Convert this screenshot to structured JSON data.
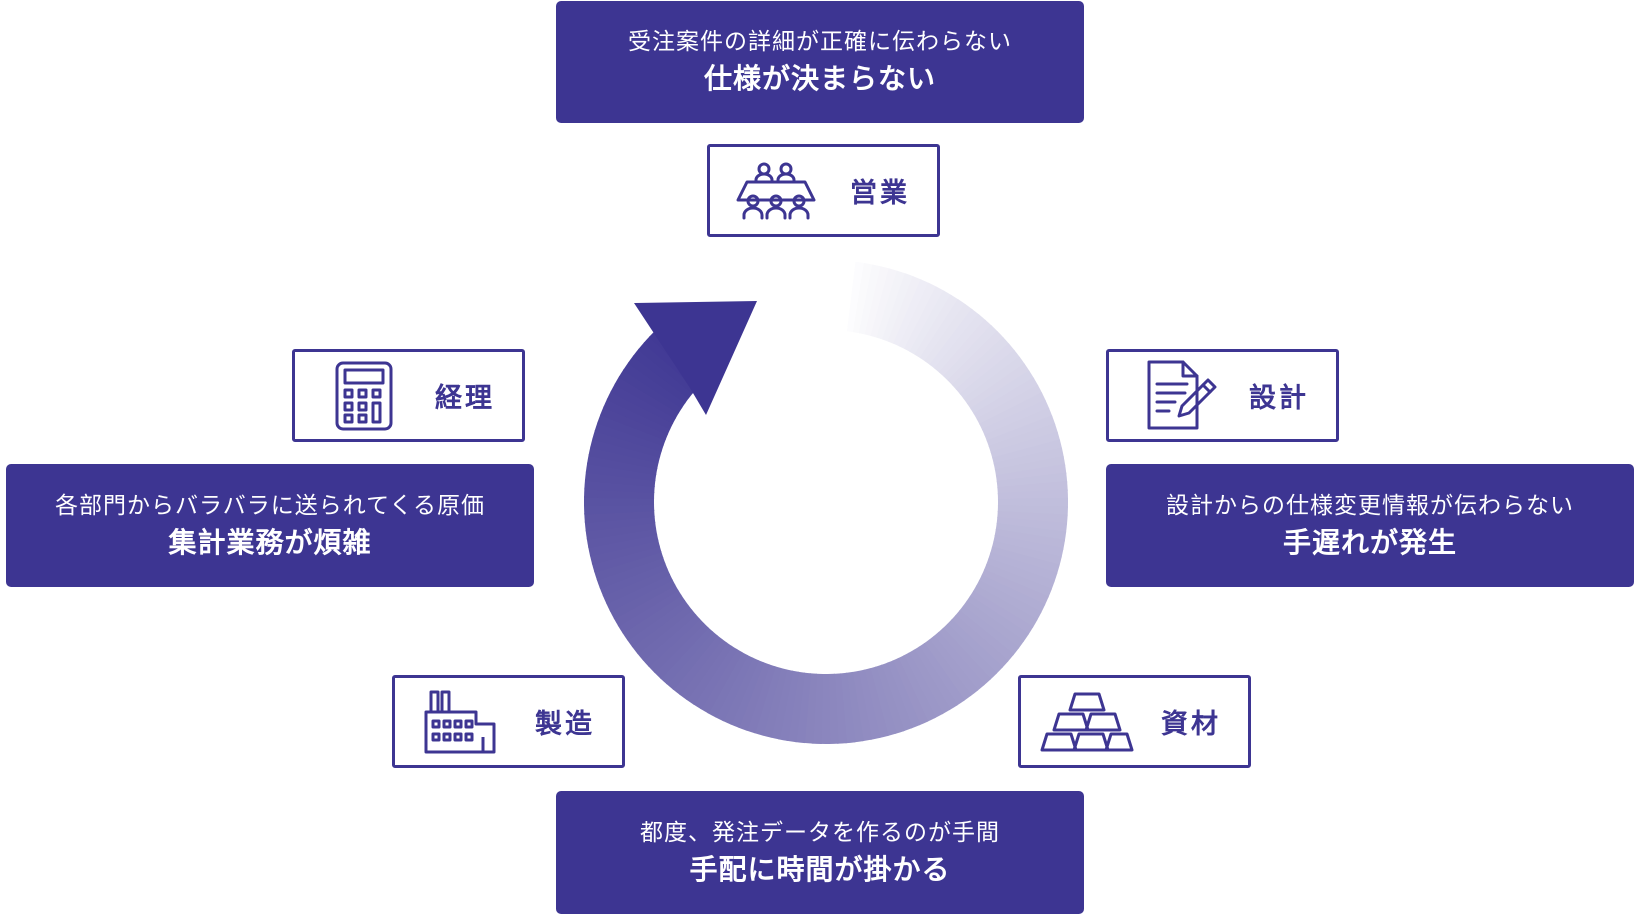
{
  "colors": {
    "primary": "#3d3592",
    "text_on_primary": "#ffffff",
    "background": "#ffffff"
  },
  "problems": {
    "top": {
      "sub": "受注案件の詳細が正確に伝わらない",
      "main": "仕様が決まらない"
    },
    "right": {
      "sub": "設計からの仕様変更情報が伝わらない",
      "main": "手遅れが発生"
    },
    "bottom": {
      "sub": "都度、発注データを作るのが手間",
      "main": "手配に時間が掛かる"
    },
    "left": {
      "sub": "各部門からバラバラに送られてくる原価",
      "main": "集計業務が煩雑"
    }
  },
  "departments": {
    "sales": {
      "label": "営業",
      "icon": "meeting-icon"
    },
    "design": {
      "label": "設計",
      "icon": "document-pen-icon"
    },
    "materials": {
      "label": "資材",
      "icon": "stacked-ingots-icon"
    },
    "manufacturing": {
      "label": "製造",
      "icon": "factory-icon"
    },
    "accounting": {
      "label": "経理",
      "icon": "calculator-icon"
    }
  },
  "cycle": {
    "direction": "counterclockwise",
    "arrow_icon": "cycle-arrow",
    "gradient": {
      "dark": "#3d3592",
      "light": "#ffffff"
    }
  }
}
